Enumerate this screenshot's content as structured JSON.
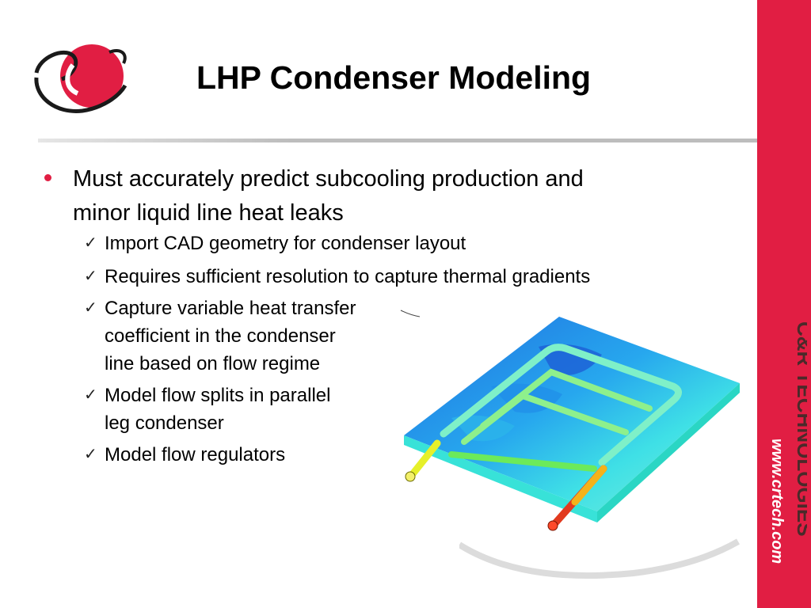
{
  "slide": {
    "title": "LHP Condenser Modeling",
    "bullet": {
      "line1": "Must accurately predict subcooling production and",
      "line2": "minor liquid line heat leaks"
    },
    "sub_items": [
      {
        "lines": [
          "Import CAD geometry for condenser layout"
        ]
      },
      {
        "lines": [
          "Requires sufficient resolution to capture thermal gradients"
        ]
      },
      {
        "lines": [
          "Capture variable heat transfer",
          "coefficient in the condenser",
          "line based on flow regime"
        ]
      },
      {
        "lines": [
          "Model flow splits in parallel",
          "leg condenser"
        ]
      },
      {
        "lines": [
          "Model flow regulators"
        ]
      }
    ]
  },
  "branding": {
    "company": "C&R TECHNOLOGIES",
    "url": "www.crtech.com",
    "accent_color": "#e11e43"
  },
  "icons": {
    "bullet": "red-dot-icon",
    "check": "checkmark-icon"
  }
}
